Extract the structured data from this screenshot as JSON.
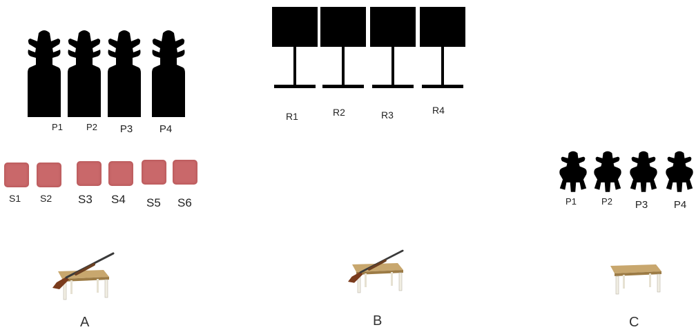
{
  "colors": {
    "silhouette": "#000000",
    "steel_plate": "#c9686a",
    "table_top": "#c8a76e",
    "table_legs": "#f1eee3",
    "gun_stock": "#7a3b1c",
    "gun_metal": "#3a3a3a"
  },
  "stage_a": {
    "label": "A",
    "pistol_targets": [
      "P1",
      "P2",
      "P3",
      "P4"
    ],
    "steel_targets": [
      "S1",
      "S2",
      "S3",
      "S4",
      "S5",
      "S6"
    ],
    "prop": "table-with-shotgun"
  },
  "stage_b": {
    "label": "B",
    "rifle_targets": [
      "R1",
      "R2",
      "R3",
      "R4"
    ],
    "prop": "table-with-shotgun"
  },
  "stage_c": {
    "label": "C",
    "pistol_targets": [
      "P1",
      "P2",
      "P3",
      "P4"
    ],
    "prop": "table"
  }
}
